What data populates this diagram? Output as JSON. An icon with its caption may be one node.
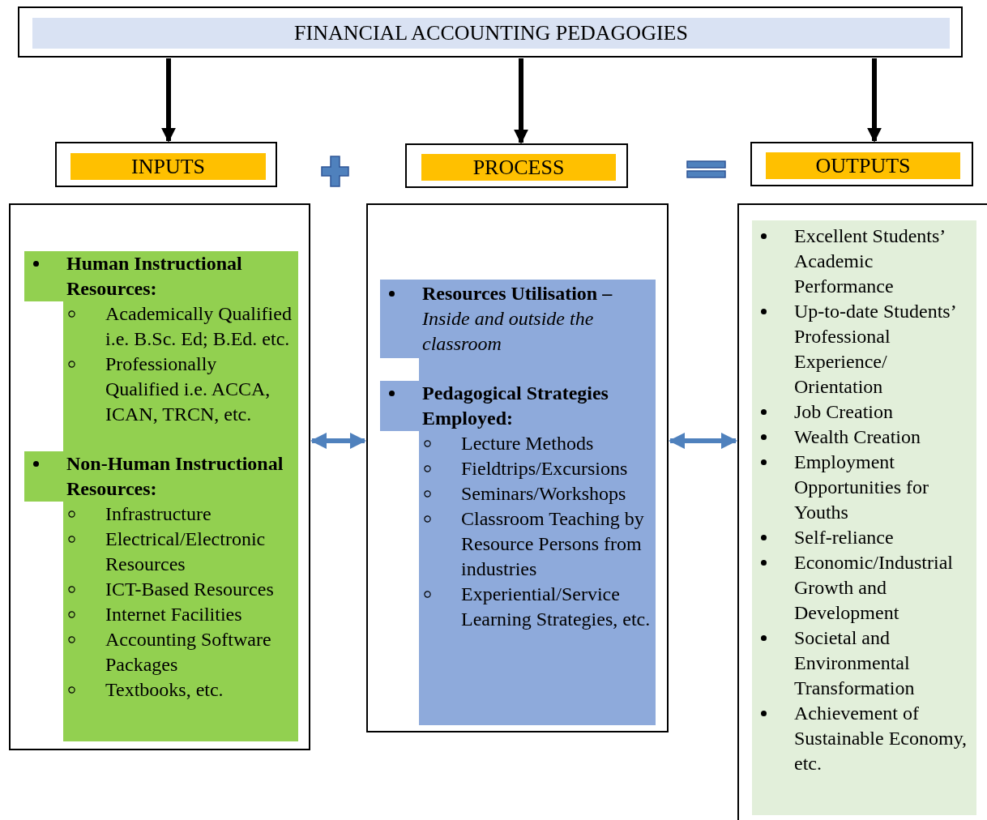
{
  "diagram": {
    "nodes": [
      {
        "text": [
          "FINANCIAL ACCOUNTING PEDAGOGIES"
        ]
      },
      {
        "text": [
          "INPUTS"
        ]
      },
      {
        "text": [
          "PROCESS"
        ]
      },
      {
        "text": [
          "OUTPUTS"
        ]
      },
      {
        "text": [],
        "shape": "box"
      },
      {
        "text": [
          "Human Instructional Resources:",
          "Academically Qualified i.e. B.Sc. Ed; B.Ed. etc.",
          "Professionally Qualified i.e. ACCA, ICAN, TRCN, etc."
        ],
        "in": 4
      },
      {
        "text": [
          "Non-Human Instructional Resources:",
          "Infrastructure",
          "Electrical/Electronic Resources",
          "ICT-Based Resources",
          "Internet Facilities",
          "Accounting Software Packages",
          "Textbooks, etc."
        ],
        "in": 4
      },
      {
        "text": [],
        "shape": "box"
      },
      {
        "text": [
          "Resources Utilisation – *Inside and outside the classroom*"
        ],
        "in": 7
      },
      {
        "text": [
          "Pedagogical Strategies Employed:",
          "Lecture Methods",
          "Fieldtrips/Excursions",
          "Seminars/Workshops",
          "Classroom Teaching by Resource Persons from industries",
          "Experiential/Service Learning Strategies, etc."
        ],
        "in": 7
      },
      {
        "text": [],
        "shape": "box"
      },
      {
        "text": [
          "Excellent  Students’ Academic Performance",
          "Up-to-date Students’ Professional Experience/ Orientation",
          "Job Creation",
          "Wealth Creation",
          "Employment Opportunities for Youths",
          "Self-reliance",
          "Economic/Industrial Growth and Development",
          "Societal and Environmental Transformation",
          "Achievement of Sustainable Economy, etc."
        ],
        "in": 10
      }
    ],
    "edges": [
      {
        "from": 0,
        "to": 1,
        "arrow": "to"
      },
      {
        "from": 0,
        "to": 2,
        "arrow": "to"
      },
      {
        "from": 0,
        "to": 3,
        "arrow": "to"
      },
      {
        "from": 4,
        "to": 7,
        "arrow": "both",
        "color": "#4f81bd"
      },
      {
        "from": 7,
        "to": 10,
        "arrow": "both",
        "color": "#4f81bd"
      }
    ]
  }
}
